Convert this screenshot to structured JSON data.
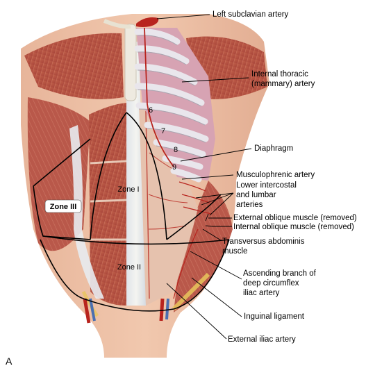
{
  "figure": {
    "panel_letter": "A",
    "labels": {
      "left_subclavian_artery": "Left subclavian artery",
      "internal_thoracic_l1": "Internal thoracic",
      "internal_thoracic_l2": "(mammary) artery",
      "diaphragm": "Diaphragm",
      "musculophrenic_artery": "Musculophrenic artery",
      "lower_intercostal_l1": "Lower intercostal",
      "lower_intercostal_l2": "and lumbar",
      "lower_intercostal_l3": "arteries",
      "external_oblique": "External oblique muscle (removed)",
      "internal_oblique": "Internal oblique muscle (removed)",
      "transversus_l1": "Transversus abdominis",
      "transversus_l2": "muscle",
      "ascending_branch_l1": "Ascending branch of",
      "ascending_branch_l2": "deep circumflex",
      "ascending_branch_l3": "iliac artery",
      "inguinal_ligament": "Inguinal ligament",
      "external_iliac_artery": "External iliac artery"
    },
    "rib_numbers": [
      "6",
      "7",
      "8",
      "9"
    ],
    "zones": {
      "zone_1": "Zone I",
      "zone_2": "Zone II",
      "zone_3": "Zone III"
    }
  }
}
